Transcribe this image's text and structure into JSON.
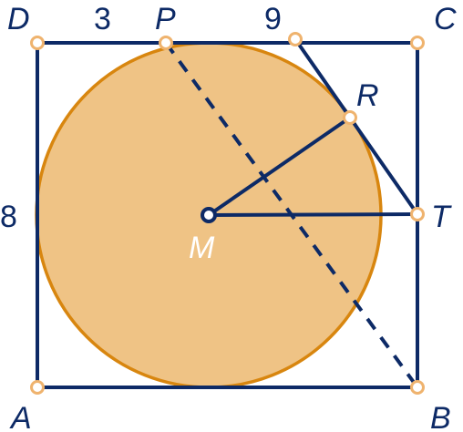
{
  "colors": {
    "outline": "#0d2a66",
    "circle_fill": "#efc385",
    "circle_stroke": "#d8860f",
    "point_stroke": "#efb36e",
    "label_dark": "#0d2a66",
    "label_light": "#ffffff"
  },
  "points": {
    "D": "D",
    "C": "C",
    "A": "A",
    "B": "B",
    "P": "P",
    "R": "R",
    "T": "T",
    "M": "M"
  },
  "measures": {
    "dp": "3",
    "pc": "9",
    "ad": "8"
  }
}
